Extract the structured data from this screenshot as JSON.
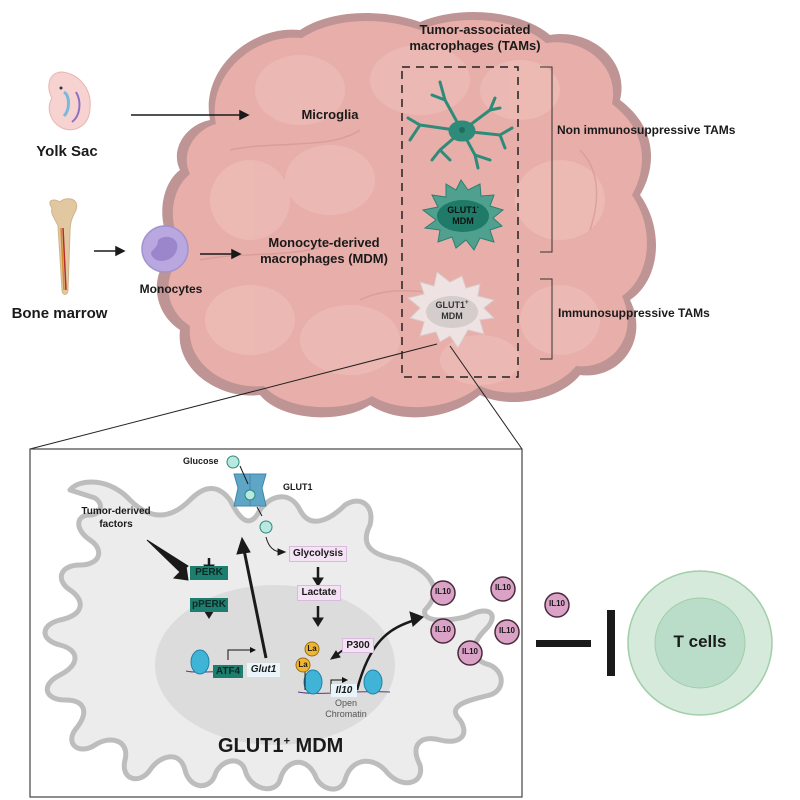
{
  "sources": {
    "yolk_sac": "Yolk Sac",
    "bone_marrow": "Bone marrow",
    "monocytes": "Monocytes"
  },
  "tumor": {
    "microglia": "Microglia",
    "mdm_line1": "Monocyte-derived",
    "mdm_line2": "macrophages (MDM)",
    "tams_line1": "Tumor-associated",
    "tams_line2": "macrophages (TAMs)",
    "glut1_neg_cell": {
      "name": "GLUT1",
      "sup": "-",
      "sub": "MDM"
    },
    "glut1_pos_cell": {
      "name": "GLUT1",
      "sup": "+",
      "sub": "MDM"
    },
    "non_immuno": "Non immunosuppressive TAMs",
    "immuno": "Immunosuppressive TAMs"
  },
  "inset": {
    "glucose": "Glucose",
    "glut1": "GLUT1",
    "tumor_factors_1": "Tumor-derived",
    "tumor_factors_2": "factors",
    "perk": "PERK",
    "pperk": "pPERK",
    "atf4": "ATF4",
    "glut1_gene": "Glut1",
    "glycolysis": "Glycolysis",
    "lactate": "Lactate",
    "la": "La",
    "p300": "P300",
    "il10_gene": "Il10",
    "open_chromatin_1": "Open",
    "open_chromatin_2": "Chromatin",
    "cell_title": "GLUT1",
    "cell_title_sup": "+",
    "cell_title_rest": " MDM",
    "il10_label": "IL10",
    "t_cells": "T cells"
  },
  "colors": {
    "tumor_fill": "#e8aea9",
    "tumor_edge": "#b9908f",
    "teal": "#2e8b79",
    "teal_dark": "#1d6e5e",
    "pink_box": "#f3e3f4",
    "il10_fill": "#d9a2c6",
    "tcell_outer": "#d6eadb",
    "tcell_inner": "#b9ddc8",
    "cell_gray": "#ededed"
  }
}
